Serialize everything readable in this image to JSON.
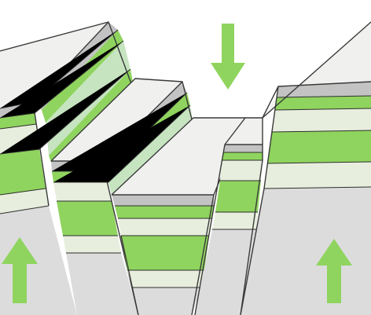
{
  "diagram": {
    "colors": {
      "background": "#ffffff",
      "rock_top": "#f0f0ef",
      "rock_base": "#dcdcdc",
      "grey_layer": "#c3c3c3",
      "green_layer": "#8fd45e",
      "pale_layer": "#e8eedd",
      "light_green_layer": "#c6e4c0",
      "arrow": "#8fd45e",
      "outline": "#3a3a3a"
    },
    "blocks": [
      {
        "name": "left-footwall-block",
        "motion": "up"
      },
      {
        "name": "upper-step-block",
        "motion": "down"
      },
      {
        "name": "middle-step-block",
        "motion": "down"
      },
      {
        "name": "graben-floor-block",
        "motion": "down"
      },
      {
        "name": "narrow-fault-block",
        "motion": "down"
      },
      {
        "name": "right-footwall-block",
        "motion": "up"
      }
    ],
    "arrows": [
      {
        "name": "subsidence-arrow",
        "direction": "down",
        "icon": "arrow-down-icon"
      },
      {
        "name": "left-uplift-arrow",
        "direction": "up",
        "icon": "arrow-up-icon"
      },
      {
        "name": "right-uplift-arrow",
        "direction": "up",
        "icon": "arrow-up-icon"
      }
    ]
  }
}
